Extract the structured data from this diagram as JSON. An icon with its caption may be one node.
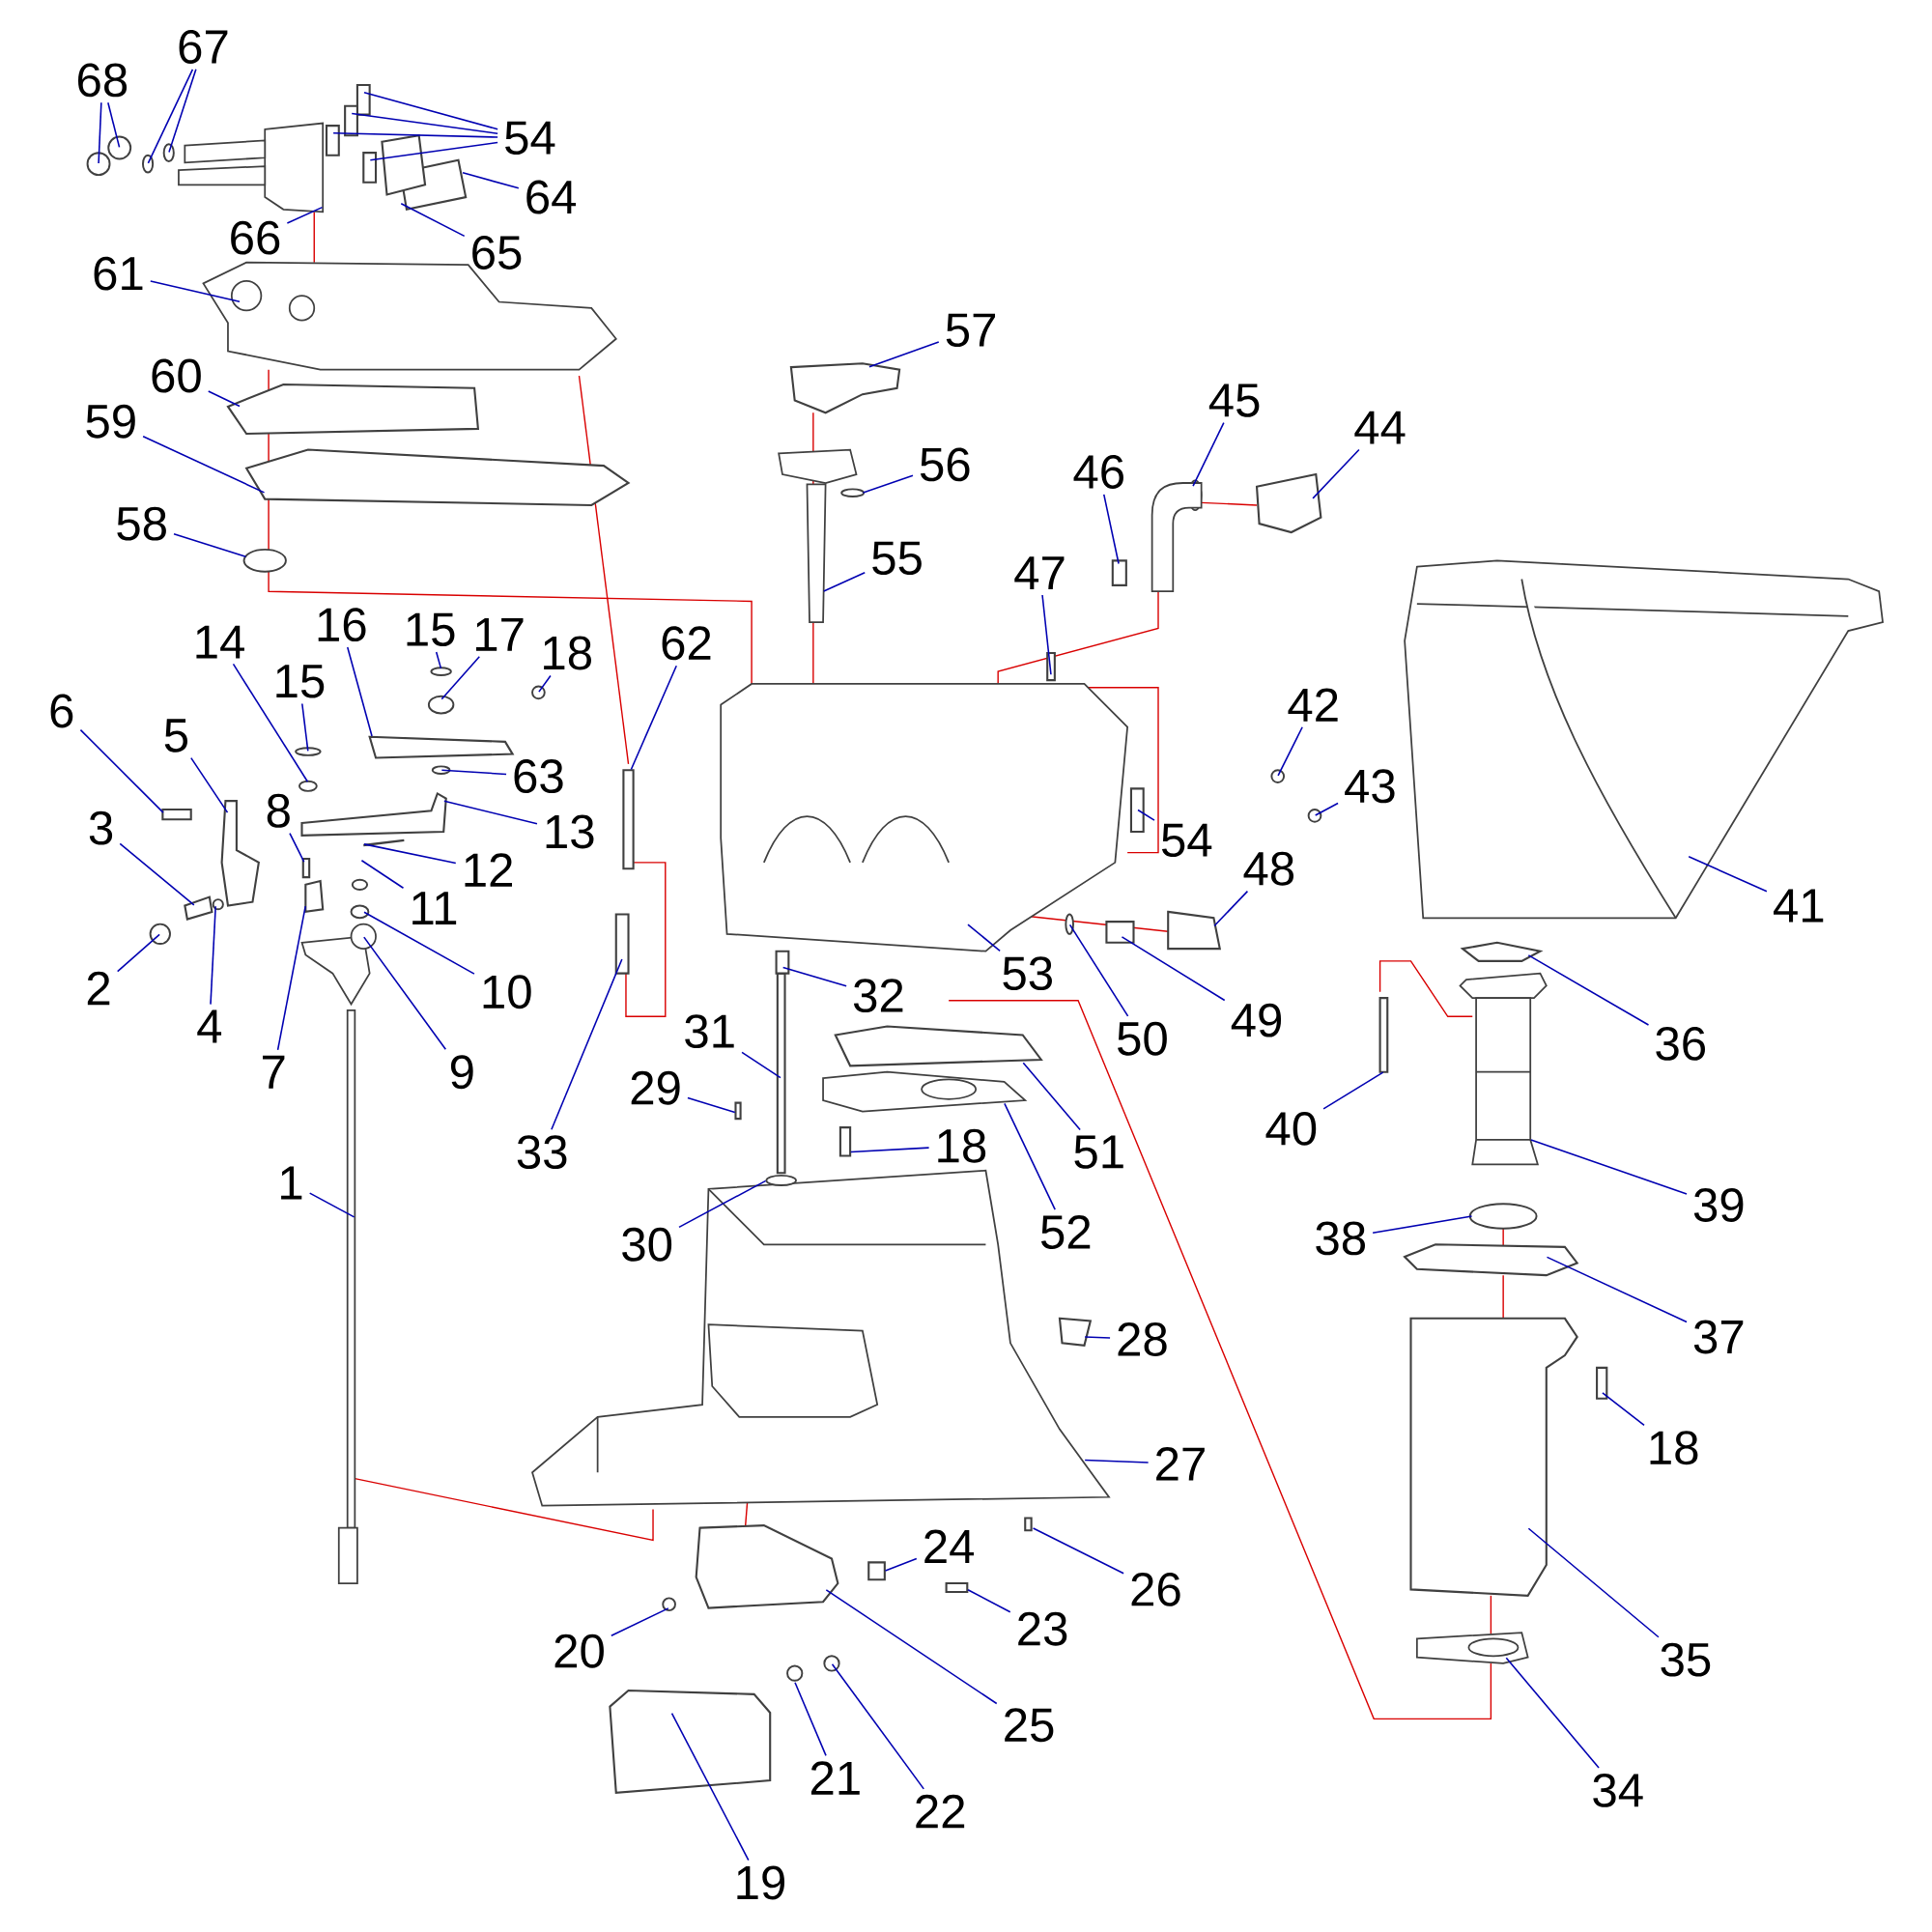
{
  "diagram": {
    "nodes": [
      {
        "text": [
          "1"
        ]
      },
      {
        "text": [
          "2"
        ]
      },
      {
        "text": [
          "3"
        ]
      },
      {
        "text": [
          "4"
        ]
      },
      {
        "text": [
          "5"
        ]
      },
      {
        "text": [
          "6"
        ]
      },
      {
        "text": [
          "7"
        ]
      },
      {
        "text": [
          "8"
        ]
      },
      {
        "text": [
          "9"
        ]
      },
      {
        "text": [
          "10"
        ]
      },
      {
        "text": [
          "11"
        ]
      },
      {
        "text": [
          "12"
        ]
      },
      {
        "text": [
          "13"
        ]
      },
      {
        "text": [
          "14"
        ]
      },
      {
        "text": [
          "15"
        ]
      },
      {
        "text": [
          "15"
        ]
      },
      {
        "text": [
          "16"
        ]
      },
      {
        "text": [
          "17"
        ]
      },
      {
        "text": [
          "18"
        ]
      },
      {
        "text": [
          "18"
        ]
      },
      {
        "text": [
          "18"
        ]
      },
      {
        "text": [
          "19"
        ]
      },
      {
        "text": [
          "20"
        ]
      },
      {
        "text": [
          "21"
        ]
      },
      {
        "text": [
          "22"
        ]
      },
      {
        "text": [
          "23"
        ]
      },
      {
        "text": [
          "24"
        ]
      },
      {
        "text": [
          "25"
        ]
      },
      {
        "text": [
          "26"
        ]
      },
      {
        "text": [
          "27"
        ]
      },
      {
        "text": [
          "28"
        ]
      },
      {
        "text": [
          "29"
        ]
      },
      {
        "text": [
          "30"
        ]
      },
      {
        "text": [
          "31"
        ]
      },
      {
        "text": [
          "32"
        ]
      },
      {
        "text": [
          "33"
        ]
      },
      {
        "text": [
          "34"
        ]
      },
      {
        "text": [
          "35"
        ]
      },
      {
        "text": [
          "36"
        ]
      },
      {
        "text": [
          "37"
        ]
      },
      {
        "text": [
          "38"
        ]
      },
      {
        "text": [
          "39"
        ]
      },
      {
        "text": [
          "40"
        ]
      },
      {
        "text": [
          "41"
        ]
      },
      {
        "text": [
          "42"
        ]
      },
      {
        "text": [
          "43"
        ]
      },
      {
        "text": [
          "44"
        ]
      },
      {
        "text": [
          "45"
        ]
      },
      {
        "text": [
          "46"
        ]
      },
      {
        "text": [
          "47"
        ]
      },
      {
        "text": [
          "48"
        ]
      },
      {
        "text": [
          "49"
        ]
      },
      {
        "text": [
          "50"
        ]
      },
      {
        "text": [
          "51"
        ]
      },
      {
        "text": [
          "52"
        ]
      },
      {
        "text": [
          "53"
        ]
      },
      {
        "text": [
          "54"
        ]
      },
      {
        "text": [
          "54"
        ]
      },
      {
        "text": [
          "55"
        ]
      },
      {
        "text": [
          "56"
        ]
      },
      {
        "text": [
          "57"
        ]
      },
      {
        "text": [
          "58"
        ]
      },
      {
        "text": [
          "59"
        ]
      },
      {
        "text": [
          "60"
        ]
      },
      {
        "text": [
          "61"
        ]
      },
      {
        "text": [
          "62"
        ]
      },
      {
        "text": [
          "63"
        ]
      },
      {
        "text": [
          "64"
        ]
      },
      {
        "text": [
          "65"
        ]
      },
      {
        "text": [
          "66"
        ]
      },
      {
        "text": [
          "67"
        ]
      },
      {
        "text": [
          "68"
        ]
      },
      {
        "text": [],
        "shape": "picture"
      },
      {
        "text": [],
        "shape": "circle"
      },
      {
        "text": [],
        "shape": "box"
      },
      {
        "text": [],
        "shape": "circle"
      },
      {
        "text": [],
        "shape": "box"
      },
      {
        "text": [],
        "shape": "box"
      },
      {
        "text": [],
        "shape": "box"
      },
      {
        "text": [],
        "shape": "box"
      },
      {
        "text": [],
        "shape": "picture"
      },
      {
        "text": [],
        "shape": "circle"
      },
      {
        "text": [],
        "shape": "circle"
      },
      {
        "text": [],
        "shape": "bar"
      },
      {
        "text": [],
        "shape": "box"
      },
      {
        "text": [],
        "shape": "circle"
      },
      {
        "text": [],
        "shape": "circle"
      },
      {
        "text": [],
        "shape": "circle"
      },
      {
        "text": [],
        "shape": "box"
      },
      {
        "text": [],
        "shape": "circle"
      },
      {
        "text": [],
        "shape": "circle"
      },
      {
        "text": [],
        "shape": "box"
      },
      {
        "text": [],
        "shape": "box"
      },
      {
        "text": [],
        "shape": "box"
      },
      {
        "text": [],
        "shape": "circle"
      },
      {
        "text": [],
        "shape": "circle"
      },
      {
        "text": [],
        "shape": "circle"
      },
      {
        "text": [],
        "shape": "box"
      },
      {
        "text": [],
        "shape": "box"
      },
      {
        "text": [],
        "shape": "box"
      },
      {
        "text": [],
        "shape": "box"
      },
      {
        "text": [],
        "shape": "picture"
      },
      {
        "text": [],
        "shape": "box"
      },
      {
        "text": [],
        "shape": "box"
      },
      {
        "text": [],
        "shape": "circle"
      },
      {
        "text": [],
        "shape": "box"
      },
      {
        "text": [],
        "shape": "box"
      },
      {
        "text": [],
        "shape": "box"
      },
      {
        "text": [],
        "shape": "picture"
      },
      {
        "text": [],
        "shape": "box"
      },
      {
        "text": [],
        "shape": "box"
      },
      {
        "text": [],
        "shape": "box"
      },
      {
        "text": [],
        "shape": "circle"
      },
      {
        "text": [],
        "shape": "picture"
      },
      {
        "text": [],
        "shape": "box"
      },
      {
        "text": [],
        "shape": "picture"
      },
      {
        "text": [],
        "shape": "circle"
      },
      {
        "text": [],
        "shape": "circle"
      },
      {
        "text": [],
        "shape": "box"
      },
      {
        "text": [],
        "shape": "picture"
      },
      {
        "text": [],
        "shape": "box"
      },
      {
        "text": [],
        "shape": "box"
      },
      {
        "text": [],
        "shape": "box"
      },
      {
        "text": [],
        "shape": "box"
      },
      {
        "text": [],
        "shape": "circle"
      },
      {
        "text": [],
        "shape": "box"
      },
      {
        "text": [],
        "shape": "picture"
      },
      {
        "text": [],
        "shape": "picture"
      },
      {
        "text": [],
        "shape": "box"
      },
      {
        "text": [],
        "shape": "box"
      },
      {
        "text": [],
        "shape": "box"
      },
      {
        "text": [],
        "shape": "box"
      },
      {
        "text": [],
        "shape": "box"
      },
      {
        "text": [],
        "shape": "picture"
      },
      {
        "text": [],
        "shape": "circle"
      },
      {
        "text": [],
        "shape": "box"
      },
      {
        "text": [],
        "shape": "circle"
      },
      {
        "text": [],
        "shape": "box"
      },
      {
        "text": [],
        "shape": "box"
      },
      {
        "text": [],
        "shape": "picture"
      },
      {
        "text": [],
        "shape": "box"
      },
      {
        "text": [],
        "shape": "circle"
      },
      {
        "text": [],
        "shape": "box"
      },
      {
        "text": [],
        "shape": "box"
      },
      {
        "text": [],
        "shape": "picture"
      },
      {
        "text": [],
        "shape": "circle"
      },
      {
        "text": [],
        "shape": "circle"
      },
      {
        "text": [],
        "shape": "circle"
      },
      {
        "text": [],
        "shape": "circle"
      }
    ],
    "edges": [
      {
        "from": 0,
        "to": 72,
        "arrow": "none"
      },
      {
        "from": 1,
        "to": 73,
        "arrow": "none"
      },
      {
        "from": 2,
        "to": 74,
        "arrow": "none"
      },
      {
        "from": 3,
        "to": 75,
        "arrow": "none"
      },
      {
        "from": 4,
        "to": 76,
        "arrow": "none"
      },
      {
        "from": 5,
        "to": 77,
        "arrow": "none"
      },
      {
        "from": 6,
        "to": 78,
        "arrow": "none"
      },
      {
        "from": 7,
        "to": 79,
        "arrow": "none"
      },
      {
        "from": 8,
        "to": 80,
        "arrow": "none"
      },
      {
        "from": 9,
        "to": 81,
        "arrow": "none"
      },
      {
        "from": 10,
        "to": 82,
        "arrow": "none"
      },
      {
        "from": 11,
        "to": 83,
        "arrow": "none"
      },
      {
        "from": 12,
        "to": 84,
        "arrow": "none"
      },
      {
        "from": 13,
        "to": 85,
        "arrow": "none"
      },
      {
        "from": 14,
        "to": 86,
        "arrow": "none"
      },
      {
        "from": 15,
        "to": 87,
        "arrow": "none"
      },
      {
        "from": 16,
        "to": 88,
        "arrow": "none"
      },
      {
        "from": 17,
        "to": 89,
        "arrow": "none"
      },
      {
        "from": 18,
        "to": 90,
        "arrow": "none"
      },
      {
        "from": 19,
        "to": 91,
        "arrow": "none"
      },
      {
        "from": 20,
        "to": 92,
        "arrow": "none"
      },
      {
        "from": 21,
        "to": 93,
        "arrow": "none"
      },
      {
        "from": 22,
        "to": 94,
        "arrow": "none"
      },
      {
        "from": 23,
        "to": 95,
        "arrow": "none"
      },
      {
        "from": 24,
        "to": 96,
        "arrow": "none"
      },
      {
        "from": 25,
        "to": 97,
        "arrow": "none"
      },
      {
        "from": 26,
        "to": 98,
        "arrow": "none"
      },
      {
        "from": 27,
        "to": 99,
        "arrow": "none"
      },
      {
        "from": 28,
        "to": 100,
        "arrow": "none"
      },
      {
        "from": 29,
        "to": 101,
        "arrow": "none"
      },
      {
        "from": 30,
        "to": 102,
        "arrow": "none"
      },
      {
        "from": 31,
        "to": 103,
        "arrow": "none"
      },
      {
        "from": 32,
        "to": 104,
        "arrow": "none"
      },
      {
        "from": 33,
        "to": 105,
        "arrow": "none"
      },
      {
        "from": 34,
        "to": 106,
        "arrow": "none"
      },
      {
        "from": 35,
        "to": 107,
        "arrow": "none"
      },
      {
        "from": 36,
        "to": 108,
        "arrow": "none"
      },
      {
        "from": 37,
        "to": 109,
        "arrow": "none"
      },
      {
        "from": 38,
        "to": 110,
        "arrow": "none"
      },
      {
        "from": 39,
        "to": 111,
        "arrow": "none"
      },
      {
        "from": 40,
        "to": 112,
        "arrow": "none"
      },
      {
        "from": 41,
        "to": 113,
        "arrow": "none"
      },
      {
        "from": 42,
        "to": 114,
        "arrow": "none"
      },
      {
        "from": 43,
        "to": 115,
        "arrow": "none"
      },
      {
        "from": 44,
        "to": 116,
        "arrow": "none"
      },
      {
        "from": 45,
        "to": 117,
        "arrow": "none"
      },
      {
        "from": 46,
        "to": 118,
        "arrow": "none"
      },
      {
        "from": 47,
        "to": 119,
        "arrow": "none"
      },
      {
        "from": 48,
        "to": 120,
        "arrow": "none"
      },
      {
        "from": 49,
        "to": 121,
        "arrow": "none"
      },
      {
        "from": 50,
        "to": 122,
        "arrow": "none"
      },
      {
        "from": 51,
        "to": 123,
        "arrow": "none"
      },
      {
        "from": 52,
        "to": 124,
        "arrow": "none"
      },
      {
        "from": 53,
        "to": 125,
        "arrow": "none"
      },
      {
        "from": 54,
        "to": 126,
        "arrow": "none"
      },
      {
        "from": 55,
        "to": 127,
        "arrow": "none"
      },
      {
        "from": 56,
        "to": 128,
        "arrow": "none"
      },
      {
        "from": 56,
        "to": 129,
        "arrow": "none"
      },
      {
        "from": 56,
        "to": 130,
        "arrow": "none"
      },
      {
        "from": 56,
        "to": 131,
        "arrow": "none"
      },
      {
        "from": 57,
        "to": 132,
        "arrow": "none"
      },
      {
        "from": 58,
        "to": 133,
        "arrow": "none"
      },
      {
        "from": 59,
        "to": 134,
        "arrow": "none"
      },
      {
        "from": 60,
        "to": 135,
        "arrow": "none"
      },
      {
        "from": 61,
        "to": 136,
        "arrow": "none"
      },
      {
        "from": 62,
        "to": 137,
        "arrow": "none"
      },
      {
        "from": 63,
        "to": 138,
        "arrow": "none"
      },
      {
        "from": 64,
        "to": 139,
        "arrow": "none"
      },
      {
        "from": 65,
        "to": 140,
        "arrow": "none"
      },
      {
        "from": 66,
        "to": 141,
        "arrow": "none"
      },
      {
        "from": 67,
        "to": 142,
        "arrow": "none"
      },
      {
        "from": 68,
        "to": 143,
        "arrow": "none"
      },
      {
        "from": 69,
        "to": 144,
        "arrow": "none"
      },
      {
        "from": 70,
        "to": 145,
        "arrow": "none"
      },
      {
        "from": 70,
        "to": 146,
        "arrow": "none"
      },
      {
        "from": 71,
        "to": 147,
        "arrow": "none"
      },
      {
        "from": 71,
        "to": 148,
        "arrow": "none"
      }
    ]
  }
}
